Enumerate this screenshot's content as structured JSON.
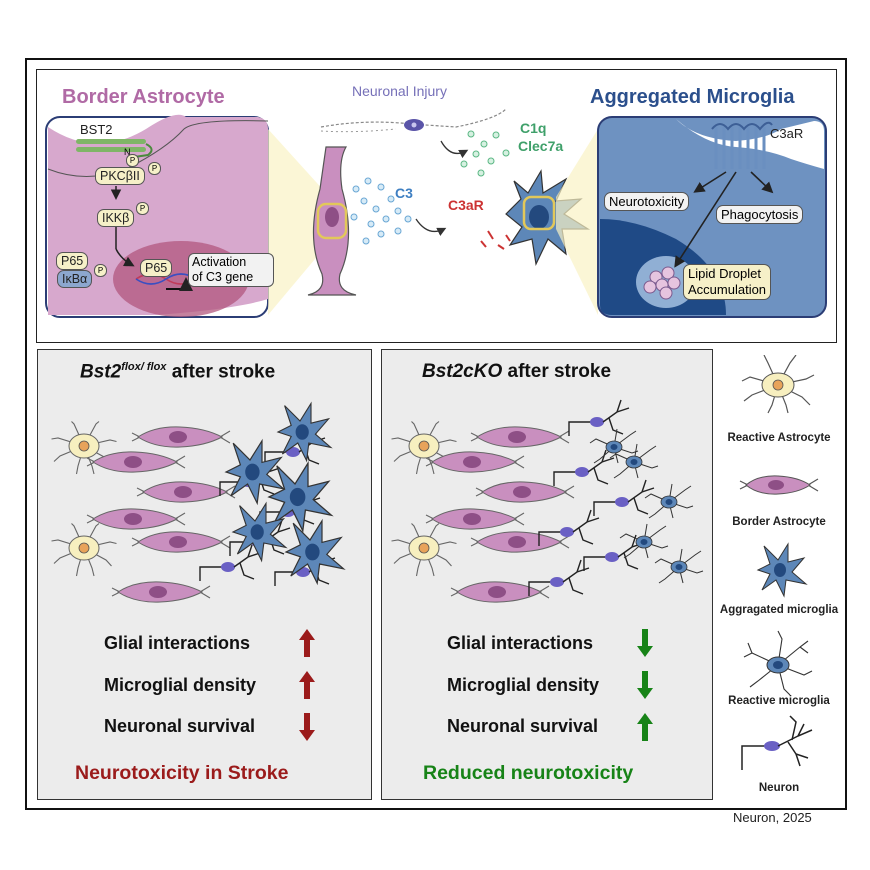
{
  "top": {
    "border_astrocyte_title": "Border Astrocyte",
    "aggregated_microglia_title": "Aggregated Microglia",
    "neuronal_injury": "Neuronal Injury",
    "c1q": "C1q",
    "clec7a": "Clec7a",
    "c3": "C3",
    "c3ar_center": "C3aR",
    "pathway": {
      "bst2": "BST2",
      "n": "N",
      "p": "P",
      "pkc": "PKCβII",
      "ikkb": "IKKβ",
      "p65": "P65",
      "ikba": "IκBα",
      "p65_nuc": "P65",
      "activation": "Activation",
      "of_c3_gene": "of C3 gene"
    },
    "microglia_inset": {
      "c3ar": "C3aR",
      "neurotoxicity": "Neurotoxicity",
      "phagocytosis": "Phagocytosis",
      "lipid_droplet": "Lipid Droplet",
      "accumulation": "Accumulation"
    }
  },
  "left_panel": {
    "title_gene": "Bst2",
    "title_sup": "flox/ flox",
    "title_rest": " after stroke",
    "rows": [
      "Glial interactions",
      "Microglial density",
      "Neuronal survival"
    ],
    "arrows": [
      "up",
      "up",
      "down"
    ],
    "conclusion": "Neurotoxicity in Stroke",
    "color": "#9b1b1b"
  },
  "right_panel": {
    "title_gene": "Bst2cKO",
    "title_rest": " after stroke",
    "rows": [
      "Glial interactions",
      "Microglial density",
      "Neuronal survival"
    ],
    "arrows": [
      "down",
      "down",
      "up"
    ],
    "conclusion": "Reduced neurotoxicity",
    "color": "#178317"
  },
  "legend": [
    "Reactive Astrocyte",
    "Border Astrocyte",
    "Aggragated microglia",
    "Reactive microglia",
    "Neuron"
  ],
  "citation": "Neuron, 2025",
  "colors": {
    "astro_pink": "#c98fbf",
    "astro_pink_light": "#e2b5d8",
    "microglia_blue": "#5d87b8",
    "microglia_dark": "#23497e",
    "reactive_astro": "#f7efbf",
    "panel_grey": "#ececec"
  }
}
